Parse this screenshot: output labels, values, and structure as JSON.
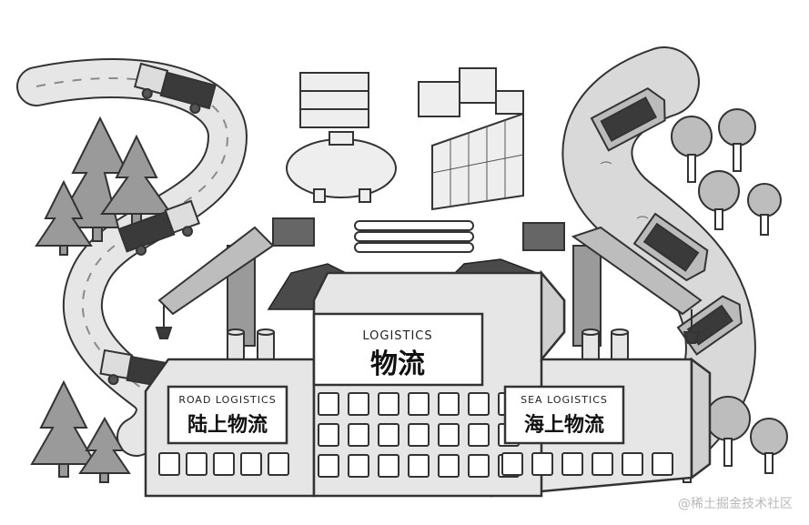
{
  "signs": {
    "center": {
      "title": "LOGISTICS",
      "subtitle": "物流"
    },
    "left": {
      "title": "ROAD LOGISTICS",
      "subtitle": "陆上物流"
    },
    "right": {
      "title": "SEA LOGISTICS",
      "subtitle": "海上物流"
    }
  },
  "watermark": "@稀土掘金技术社区",
  "colors": {
    "ink": "#333333",
    "light_gray": "#e6e6e6",
    "mid_gray": "#bdbdbd",
    "dark_gray": "#6b6b6b",
    "coal": "#3a3a3a",
    "water": "#d9d9d9"
  }
}
